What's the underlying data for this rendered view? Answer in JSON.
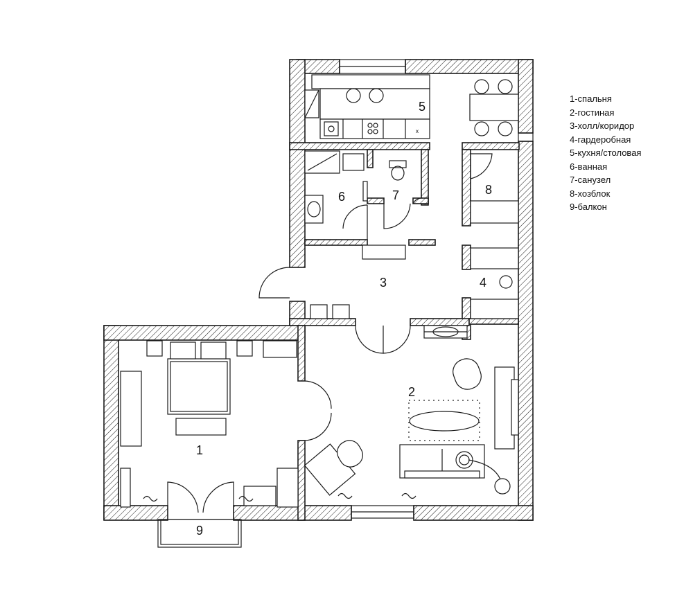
{
  "rooms": [
    {
      "num": "1",
      "name": "спальня"
    },
    {
      "num": "2",
      "name": "гостиная"
    },
    {
      "num": "3",
      "name": "холл/коридор"
    },
    {
      "num": "4",
      "name": "гардеробная"
    },
    {
      "num": "5",
      "name": "кухня/столовая"
    },
    {
      "num": "6",
      "name": "ванная"
    },
    {
      "num": "7",
      "name": "санузел"
    },
    {
      "num": "8",
      "name": "хозблок"
    },
    {
      "num": "9",
      "name": "балкон"
    }
  ],
  "legend": [
    "1-спальня",
    "2-гостиная",
    "3-холл/коридор",
    "4-гардеробная",
    "5-кухня/столовая",
    "6-ванная",
    "7-санузел",
    "8-хозблок",
    "9-балкон"
  ],
  "colors": {
    "line": "#1a1a1a",
    "background": "#ffffff"
  }
}
